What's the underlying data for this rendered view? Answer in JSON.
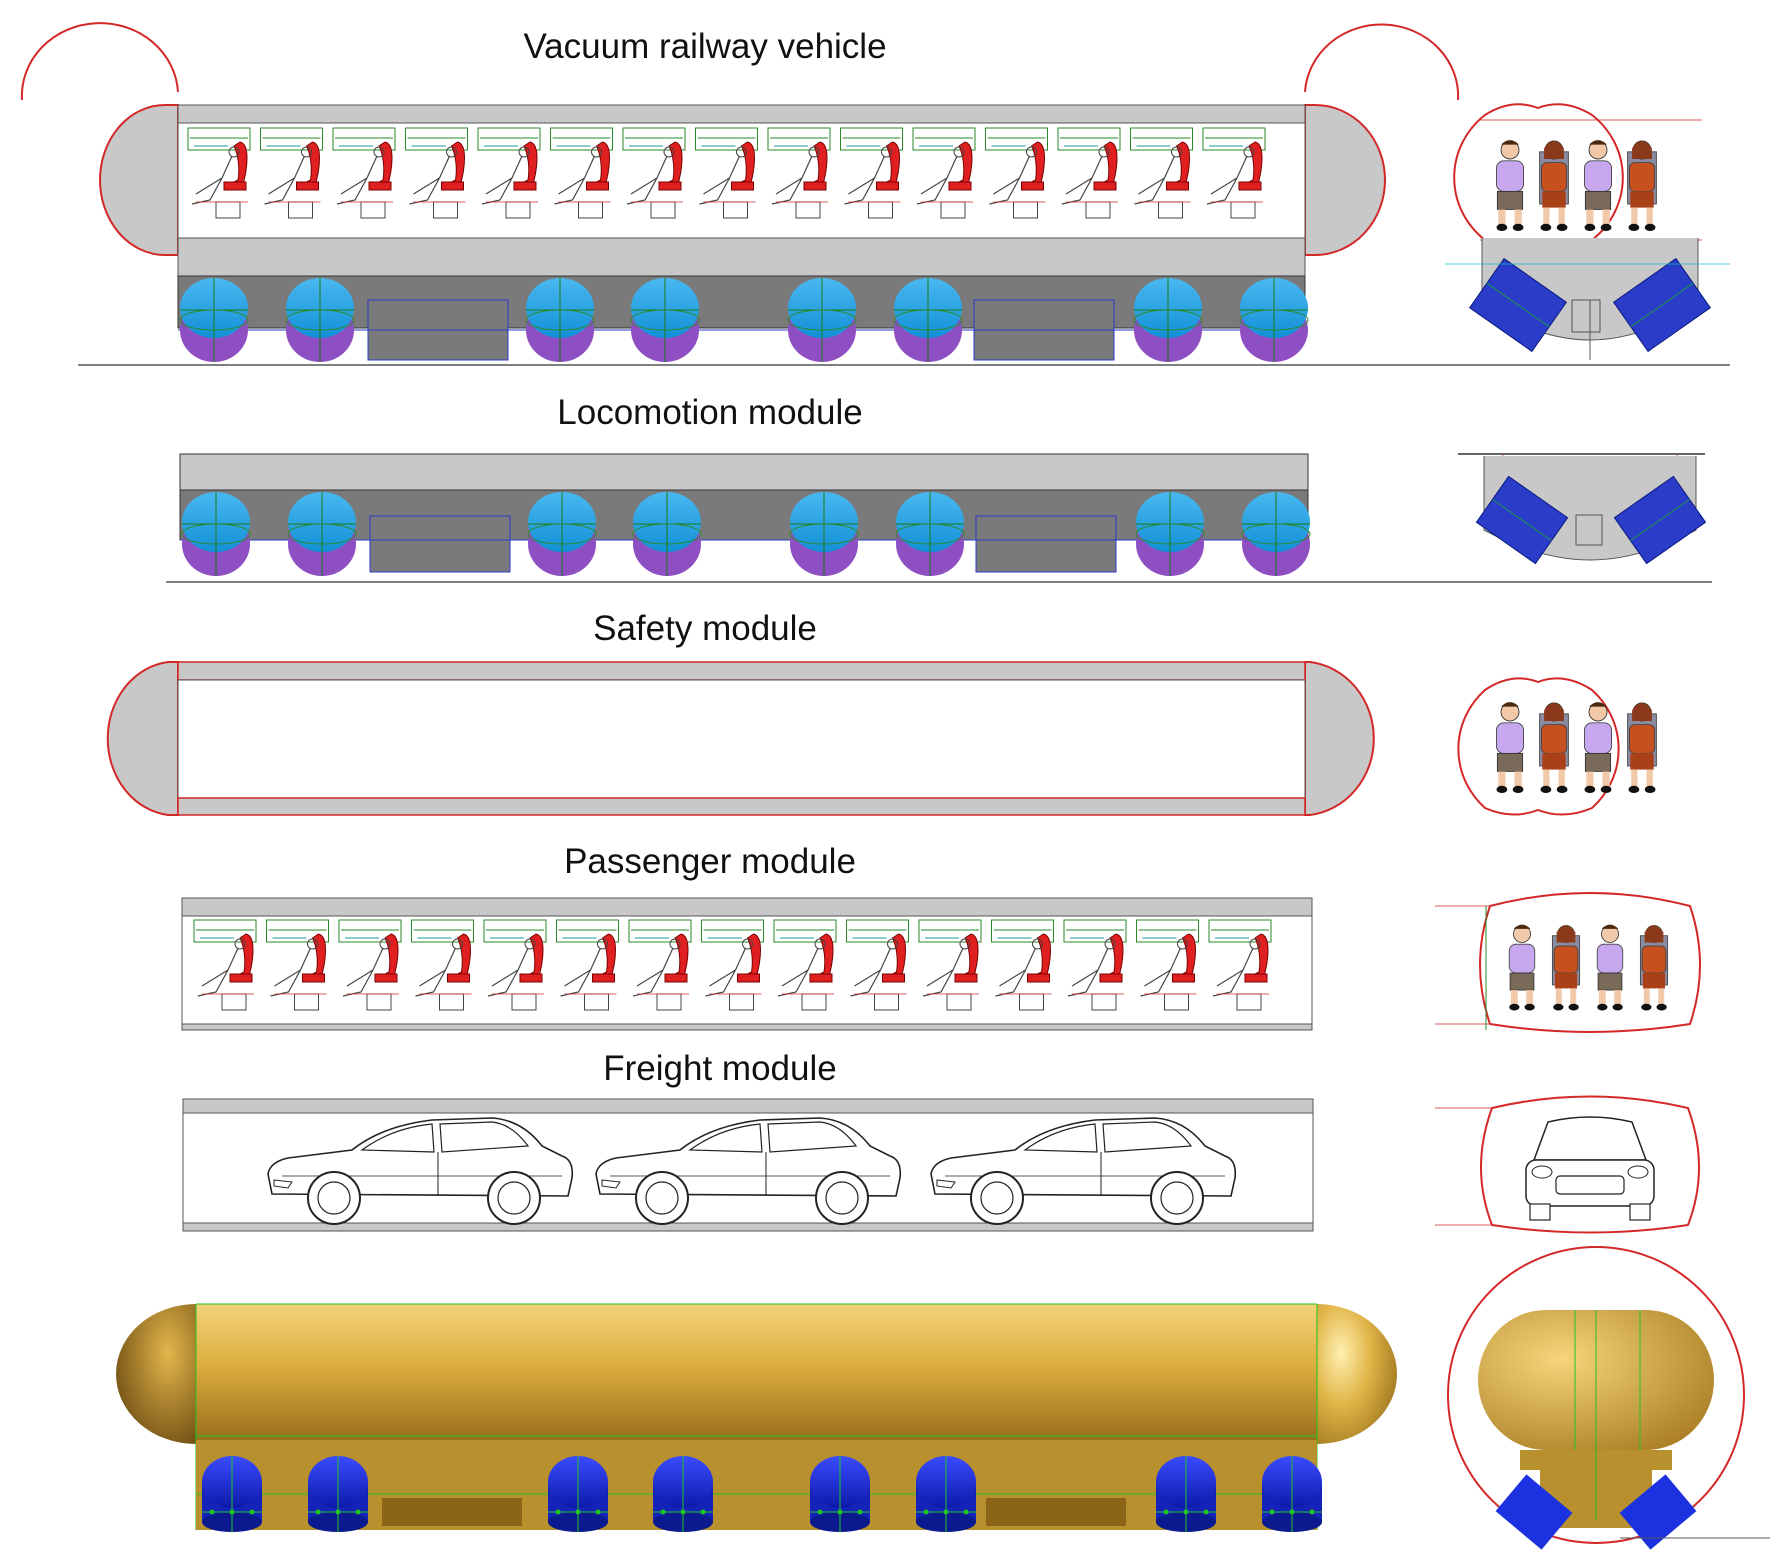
{
  "labels": {
    "vehicle": "Vacuum railway vehicle",
    "locomotion": "Locomotion module",
    "safety": "Safety module",
    "passenger": "Passenger module",
    "freight": "Freight module"
  },
  "illustrations": {
    "seat_icon": "passenger-seat-icon",
    "wheel_icon": "maglev-wheel-icon",
    "car_icon": "suv-car-icon",
    "person_icon": "seated-person-icon",
    "seat_count_per_row": 15,
    "wheel_count": 8,
    "car_count": 3,
    "persons_in_cross_section": 4
  },
  "colors": {
    "capsule_outline": "#d42828",
    "panel_gray": "#c8c8c8",
    "chassis_dark": "#7a7a7a",
    "wheel_top": "#1ea7e6",
    "wheel_bottom": "#8d4fc2",
    "seat_red": "#e02020",
    "bogie_blue": "#2a3cc8",
    "hull_gold": "#d4a53a",
    "hull_gold_dark": "#9c7420",
    "wheel_3d": "#1c32e0",
    "guide_green": "#21c521"
  }
}
